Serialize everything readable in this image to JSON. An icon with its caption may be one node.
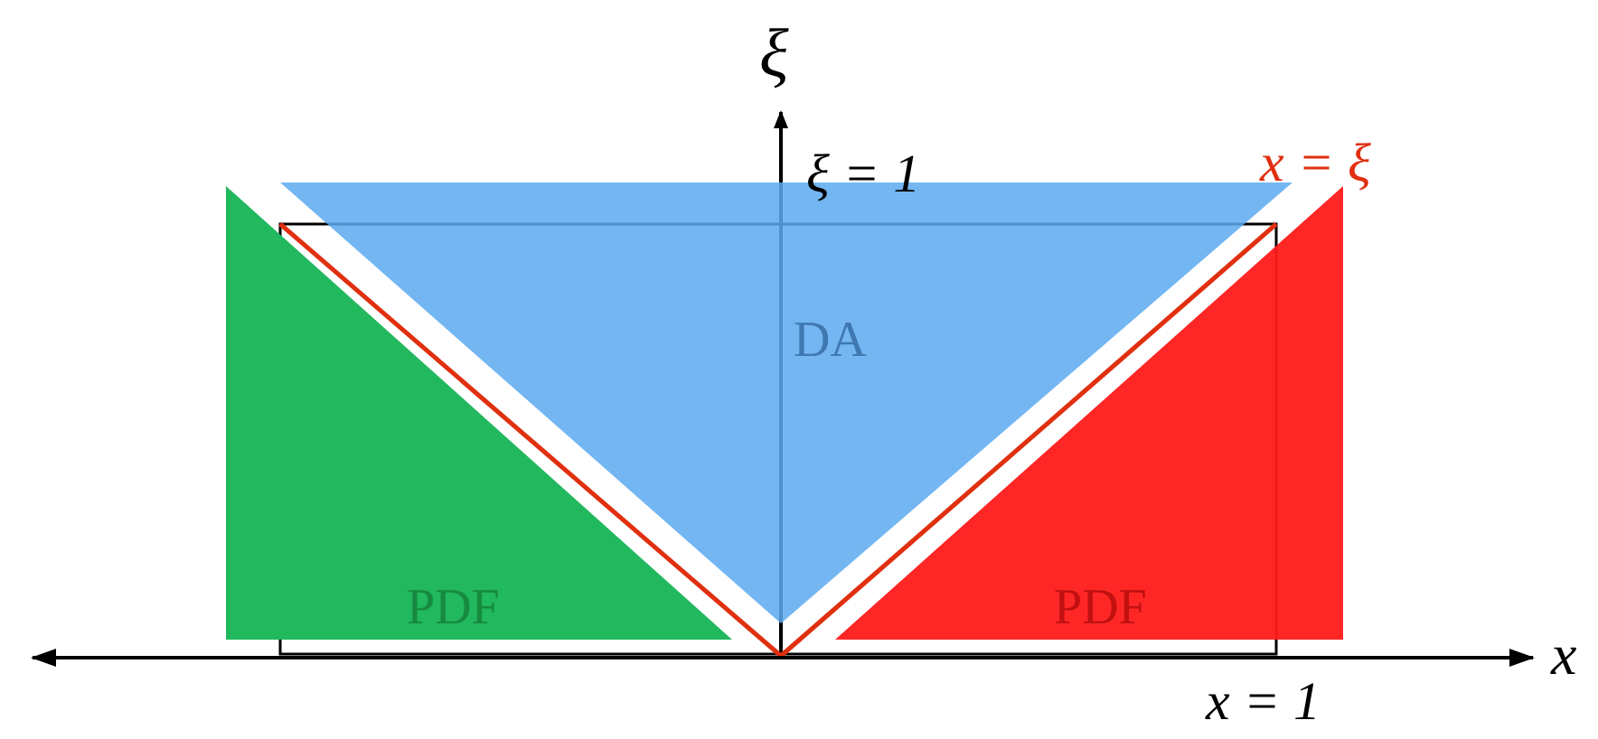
{
  "diagram": {
    "nodes": [
      {
        "text": [
          "PDF"
        ]
      },
      {
        "text": [
          "DA"
        ]
      },
      {
        "text": [
          "PDF"
        ]
      }
    ],
    "labels": [
      "ξ",
      "ξ = 1",
      "x = ξ",
      "x",
      "x = 1"
    ]
  }
}
